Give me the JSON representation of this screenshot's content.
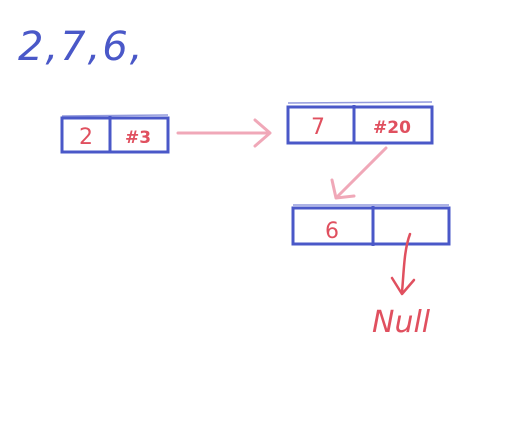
{
  "colors": {
    "ink_blue": "#4a58c8",
    "ink_red": "#e0505f",
    "ink_pink": "#f0a8b8",
    "background": "#ffffff"
  },
  "sequence": "2,7,6,",
  "nodes": [
    {
      "value": "2",
      "pointer": "#3"
    },
    {
      "value": "7",
      "pointer": "#20"
    },
    {
      "value": "6",
      "pointer": ""
    }
  ],
  "null_label": "Null"
}
